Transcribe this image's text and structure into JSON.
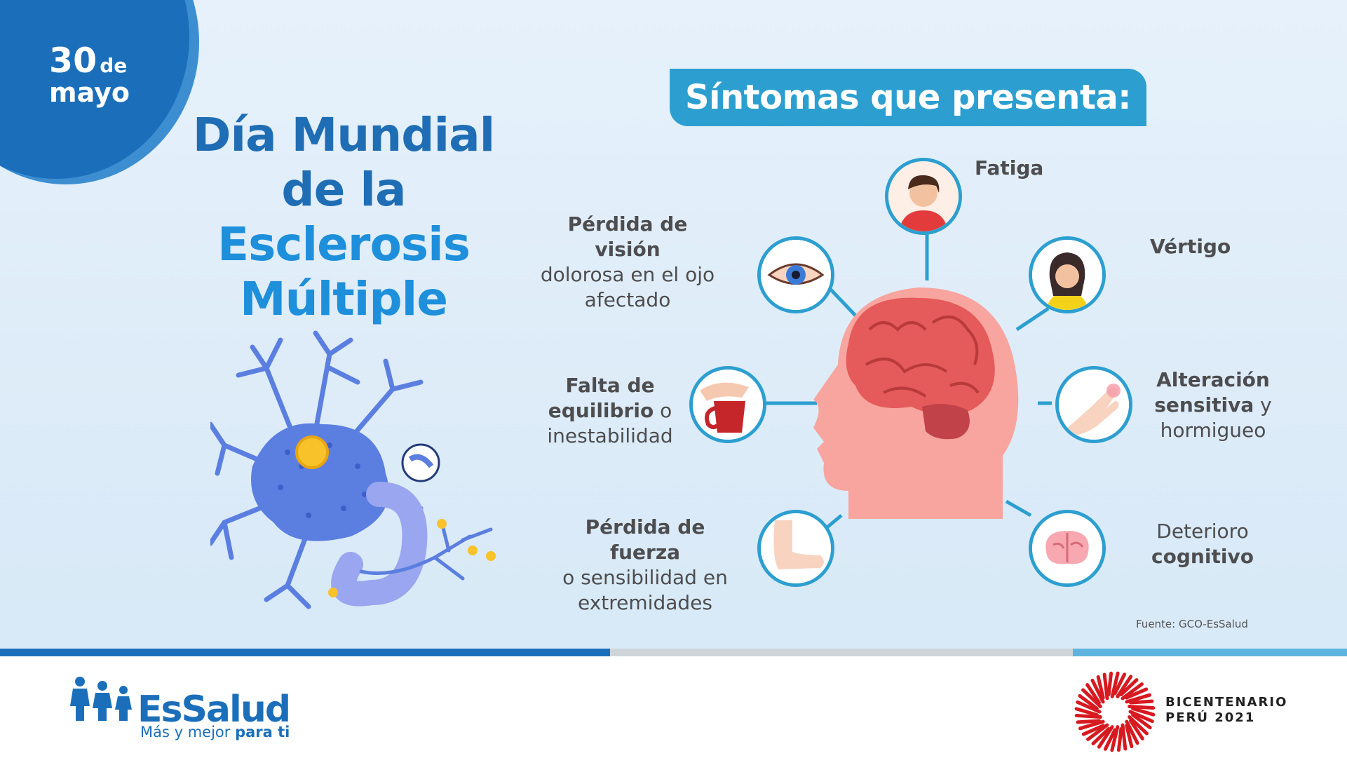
{
  "date": {
    "day": "30",
    "de": "de",
    "month": "mayo"
  },
  "title": {
    "line1": "Día Mundial",
    "line2": "de la",
    "line3": "Esclerosis",
    "line4": "Múltiple"
  },
  "symptoms_header": "Síntomas que presenta:",
  "symptoms": {
    "fatiga": {
      "bold": "Fatiga"
    },
    "vertigo": {
      "bold": "Vértigo"
    },
    "vision": {
      "bold": "Pérdida de visión",
      "line2": "dolorosa en el ojo",
      "line3": "afectado"
    },
    "equilibrio": {
      "bold1": "Falta de",
      "bold2": "equilibrio",
      "rest2": "o",
      "line3": "inestabilidad"
    },
    "sensitiva": {
      "bold1": "Alteración",
      "bold2": "sensitiva",
      "rest2": "y",
      "line3": "hormigueo"
    },
    "fuerza": {
      "bold": "Pérdida de fuerza",
      "line2": "o sensibilidad en",
      "line3": "extremidades"
    },
    "cognitivo": {
      "line1": "Deterioro",
      "bold": "cognitivo"
    }
  },
  "source": "Fuente: GCO-EsSalud",
  "essalud": {
    "brand": "EsSalud",
    "tagline": "Más y mejor",
    "tagline_bold": "para ti"
  },
  "bicentenario": {
    "line1": "BICENTENARIO",
    "line2": "PERÚ 2021"
  },
  "colors": {
    "primary_blue": "#1b6fba",
    "light_blue": "#1e8fdb",
    "teal": "#2c9fd0",
    "bicentenario_red": "#d71920"
  }
}
